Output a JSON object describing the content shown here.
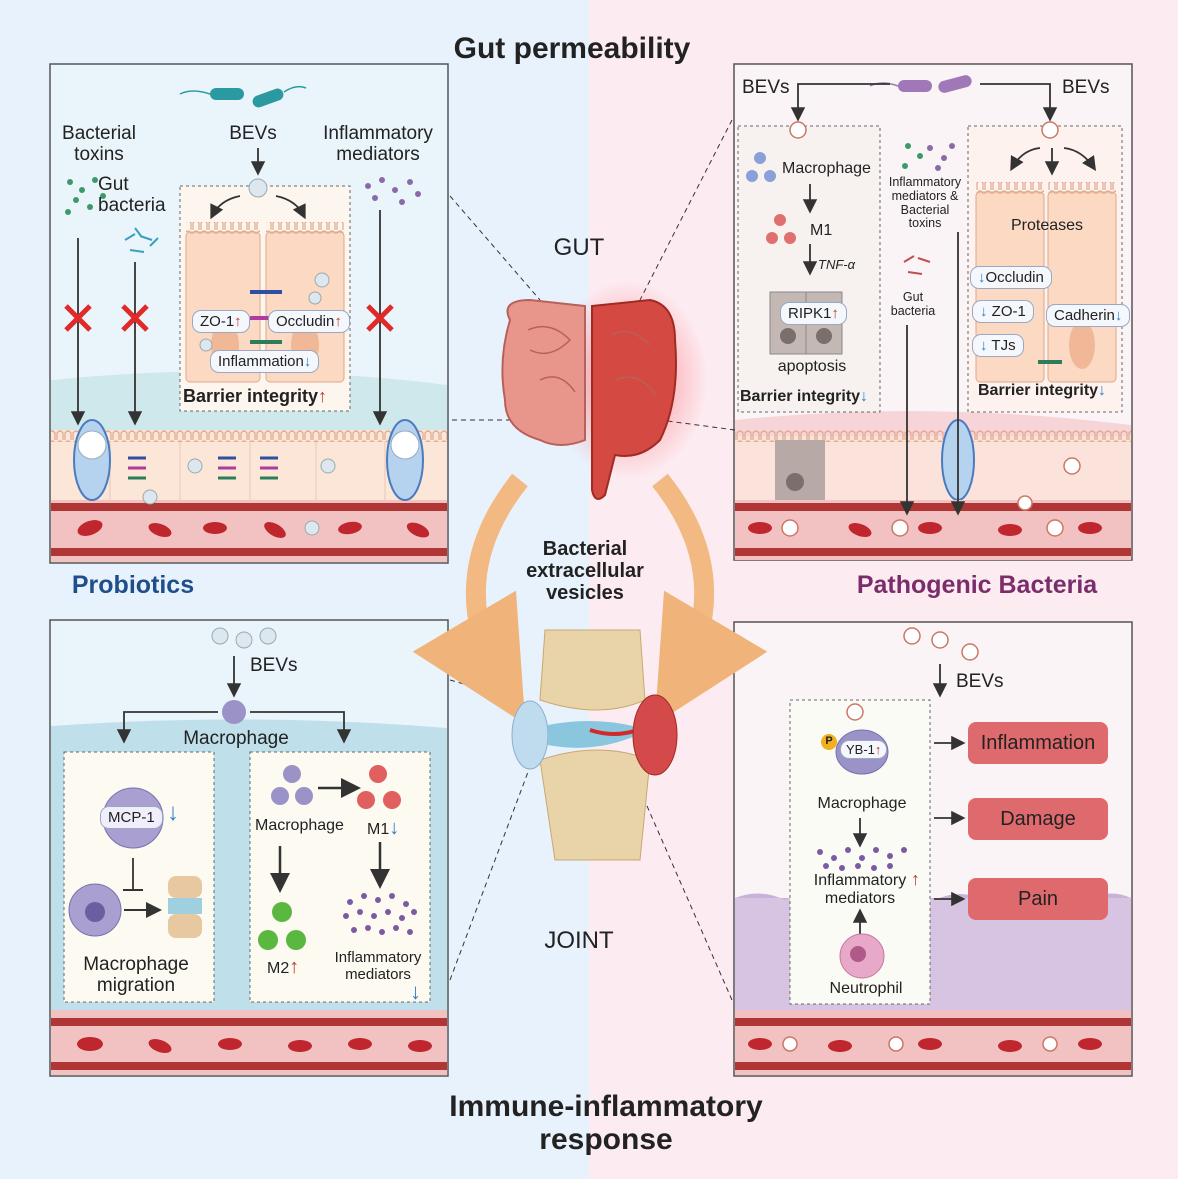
{
  "titles": {
    "top": "Gut permeability",
    "bottom": "Immune-inflammatory response",
    "center": "Bacterial extracellular vesicles",
    "gut": "GUT",
    "joint": "JOINT"
  },
  "sides": {
    "left": "Probiotics",
    "right": "Pathogenic Bacteria"
  },
  "panel_tl": {
    "bacterial_toxins": "Bacterial toxins",
    "gut_bacteria": "Gut bacteria",
    "bevs": "BEVs",
    "inflammatory_mediators": "Inflammatory mediators",
    "zo1": "ZO-1",
    "occludin": "Occludin",
    "inflammation": "Inflammation",
    "barrier": "Barrier integrity"
  },
  "panel_tr": {
    "bevs_left": "BEVs",
    "bevs_right": "BEVs",
    "macrophage": "Macrophage",
    "m1": "M1",
    "tnf": "TNF-α",
    "ripk1": "RIPK1",
    "apoptosis": "apoptosis",
    "barrier_left": "Barrier integrity",
    "mediators_toxins": "Inflammatory mediators & Bacterial toxins",
    "gut_bacteria": "Gut bacteria",
    "proteases": "Proteases",
    "occludin": "Occludin",
    "zo1": "ZO-1",
    "tjs": "TJs",
    "cadherin": "Cadherin",
    "barrier_right": "Barrier integrity"
  },
  "panel_bl": {
    "bevs": "BEVs",
    "macrophage": "Macrophage",
    "mcp1": "MCP-1",
    "migration": "Macrophage migration",
    "macrophage2": "Macrophage",
    "m1": "M1",
    "m2": "M2",
    "mediators": "Inflammatory mediators"
  },
  "panel_br": {
    "bevs": "BEVs",
    "yb1": "YB-1",
    "p": "P",
    "macrophage": "Macrophage",
    "mediators": "Inflammatory mediators",
    "neutrophil": "Neutrophil",
    "outcomes": [
      "Inflammation",
      "Damage",
      "Pain"
    ]
  },
  "colors": {
    "left_bg": "#e8f2fc",
    "right_bg": "#fcecf2",
    "probiotics": "#1f4e8c",
    "pathogenic": "#7a2d6a",
    "up_arrow": "#c0392b",
    "down_arrow": "#2f80c8",
    "outcome_box": "#df6a6e"
  },
  "icons": [
    "x-mark-icon",
    "bacteria-icon",
    "vesicle-icon",
    "macrophage-icon",
    "neutrophil-icon",
    "gut-organ-icon",
    "knee-joint-icon",
    "blood-vessel-icon",
    "epithelium-icon"
  ]
}
